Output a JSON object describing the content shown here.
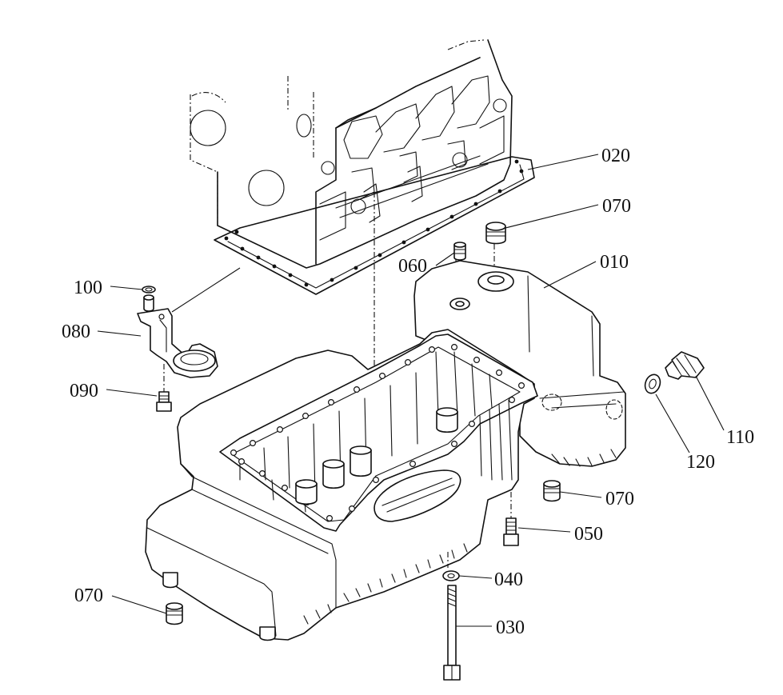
{
  "callouts": [
    {
      "id": "020",
      "label": "020"
    },
    {
      "id": "070a",
      "label": "070"
    },
    {
      "id": "010",
      "label": "010"
    },
    {
      "id": "060",
      "label": "060"
    },
    {
      "id": "100",
      "label": "100"
    },
    {
      "id": "080",
      "label": "080"
    },
    {
      "id": "090",
      "label": "090"
    },
    {
      "id": "110",
      "label": "110"
    },
    {
      "id": "120",
      "label": "120"
    },
    {
      "id": "070b",
      "label": "070"
    },
    {
      "id": "050",
      "label": "050"
    },
    {
      "id": "040",
      "label": "040"
    },
    {
      "id": "070c",
      "label": "070"
    },
    {
      "id": "030",
      "label": "030"
    }
  ]
}
